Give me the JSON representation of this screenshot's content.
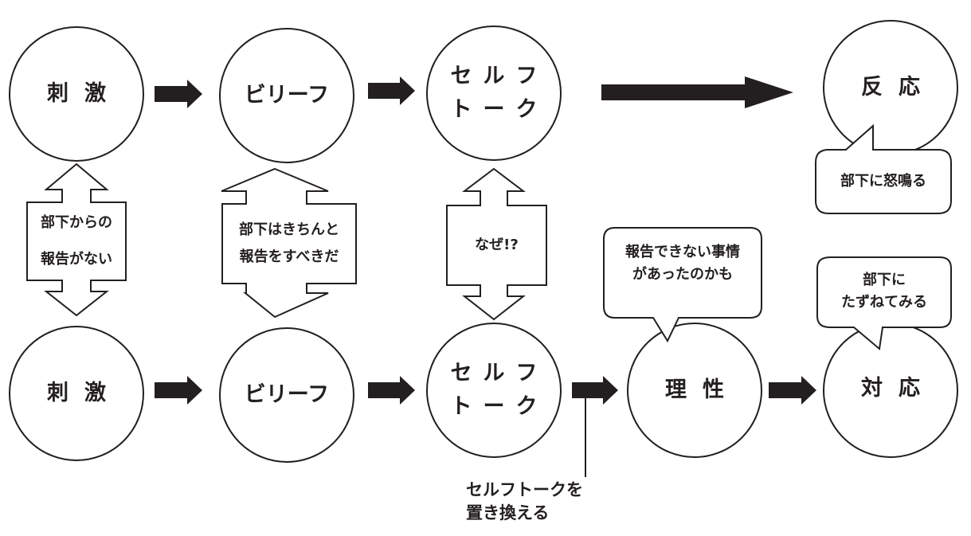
{
  "top_row": {
    "stimulus": "刺激",
    "belief": "ビリーフ",
    "self_talk": [
      "セルフ",
      "トーク"
    ],
    "reaction": "反応"
  },
  "bottom_row": {
    "stimulus": "刺激",
    "belief": "ビリーフ",
    "self_talk": [
      "セルフ",
      "トーク"
    ],
    "reason": "理性",
    "response": "対応"
  },
  "double_arrows": {
    "stimulus_example": [
      "部下からの",
      "報告がない"
    ],
    "belief_example": [
      "部下はきちんと",
      "報告をすべきだ"
    ],
    "self_talk_example": "なぜ!?"
  },
  "speech_bubbles": {
    "reaction_example": "部下に怒鳴る",
    "reason_example": [
      "報告できない事情",
      "があったのかも"
    ],
    "response_example": [
      "部下に",
      "たずねてみる"
    ]
  },
  "annotation": [
    "セルフトークを",
    "置き換える"
  ],
  "colors": {
    "ink": "#231f20",
    "background": "#ffffff"
  }
}
